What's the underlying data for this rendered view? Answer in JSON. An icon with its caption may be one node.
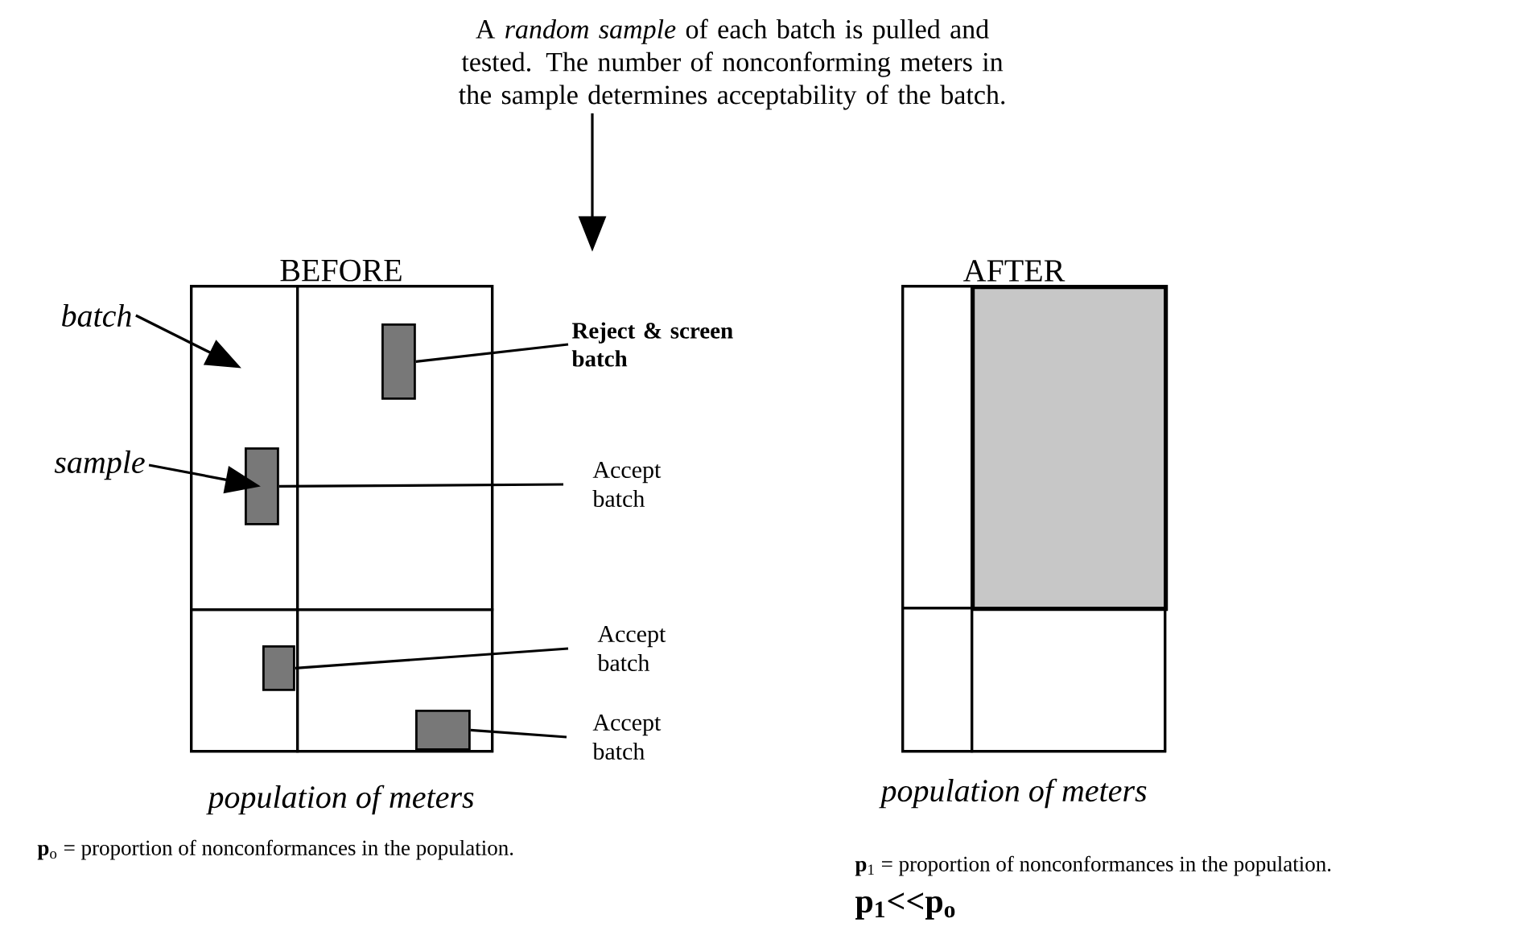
{
  "diagram": {
    "nodes": [
      {
        "text": [
          "A *random sample* of each batch is pulled and tested. The number of nonconforming meters in the sample determines acceptability of the batch."
        ]
      },
      {
        "text": [
          "BEFORE"
        ],
        "beside": [
          "population of meters"
        ]
      },
      {
        "text": [],
        "shape": "box",
        "in": 1
      },
      {
        "text": [],
        "shape": "box",
        "in": 1
      },
      {
        "text": [],
        "shape": "box",
        "in": 1
      },
      {
        "text": [],
        "shape": "box",
        "in": 1
      },
      {
        "text": [],
        "shape": "box",
        "in": 3
      },
      {
        "text": [],
        "shape": "box",
        "in": 2
      },
      {
        "text": [],
        "shape": "box",
        "in": 4
      },
      {
        "text": [],
        "shape": "box",
        "in": 5
      },
      {
        "text": [
          "batch"
        ]
      },
      {
        "text": [
          "sample"
        ]
      },
      {
        "text": [
          "Reject & screen batch"
        ]
      },
      {
        "text": [
          "Accept batch"
        ]
      },
      {
        "text": [
          "Accept batch"
        ]
      },
      {
        "text": [
          "Accept batch"
        ]
      },
      {
        "text": [
          "AFTER"
        ],
        "beside": [
          "population of meters"
        ]
      },
      {
        "text": [],
        "shape": "box",
        "in": 16
      },
      {
        "text": [],
        "shape": "box",
        "in": 16
      },
      {
        "text": [],
        "shape": "box",
        "in": 16
      },
      {
        "text": [],
        "shape": "box",
        "in": 16
      }
    ],
    "edges": [
      {
        "from": 0,
        "to": null,
        "arrow": "to"
      },
      {
        "from": 10,
        "to": 2,
        "arrow": "to"
      },
      {
        "from": 11,
        "to": 7,
        "arrow": "to"
      },
      {
        "from": 6,
        "to": 12,
        "arrow": "none"
      },
      {
        "from": 7,
        "to": 13,
        "arrow": "none"
      },
      {
        "from": 8,
        "to": 14,
        "arrow": "none"
      },
      {
        "from": 9,
        "to": 15,
        "arrow": "none"
      }
    ],
    "labels": [
      "**p**$_{o}$ = proportion of nonconformances in the population.",
      "**p**$_{1}$ = proportion of nonconformances in the population.",
      "p$_{1}$<<p$_{o}$"
    ]
  }
}
